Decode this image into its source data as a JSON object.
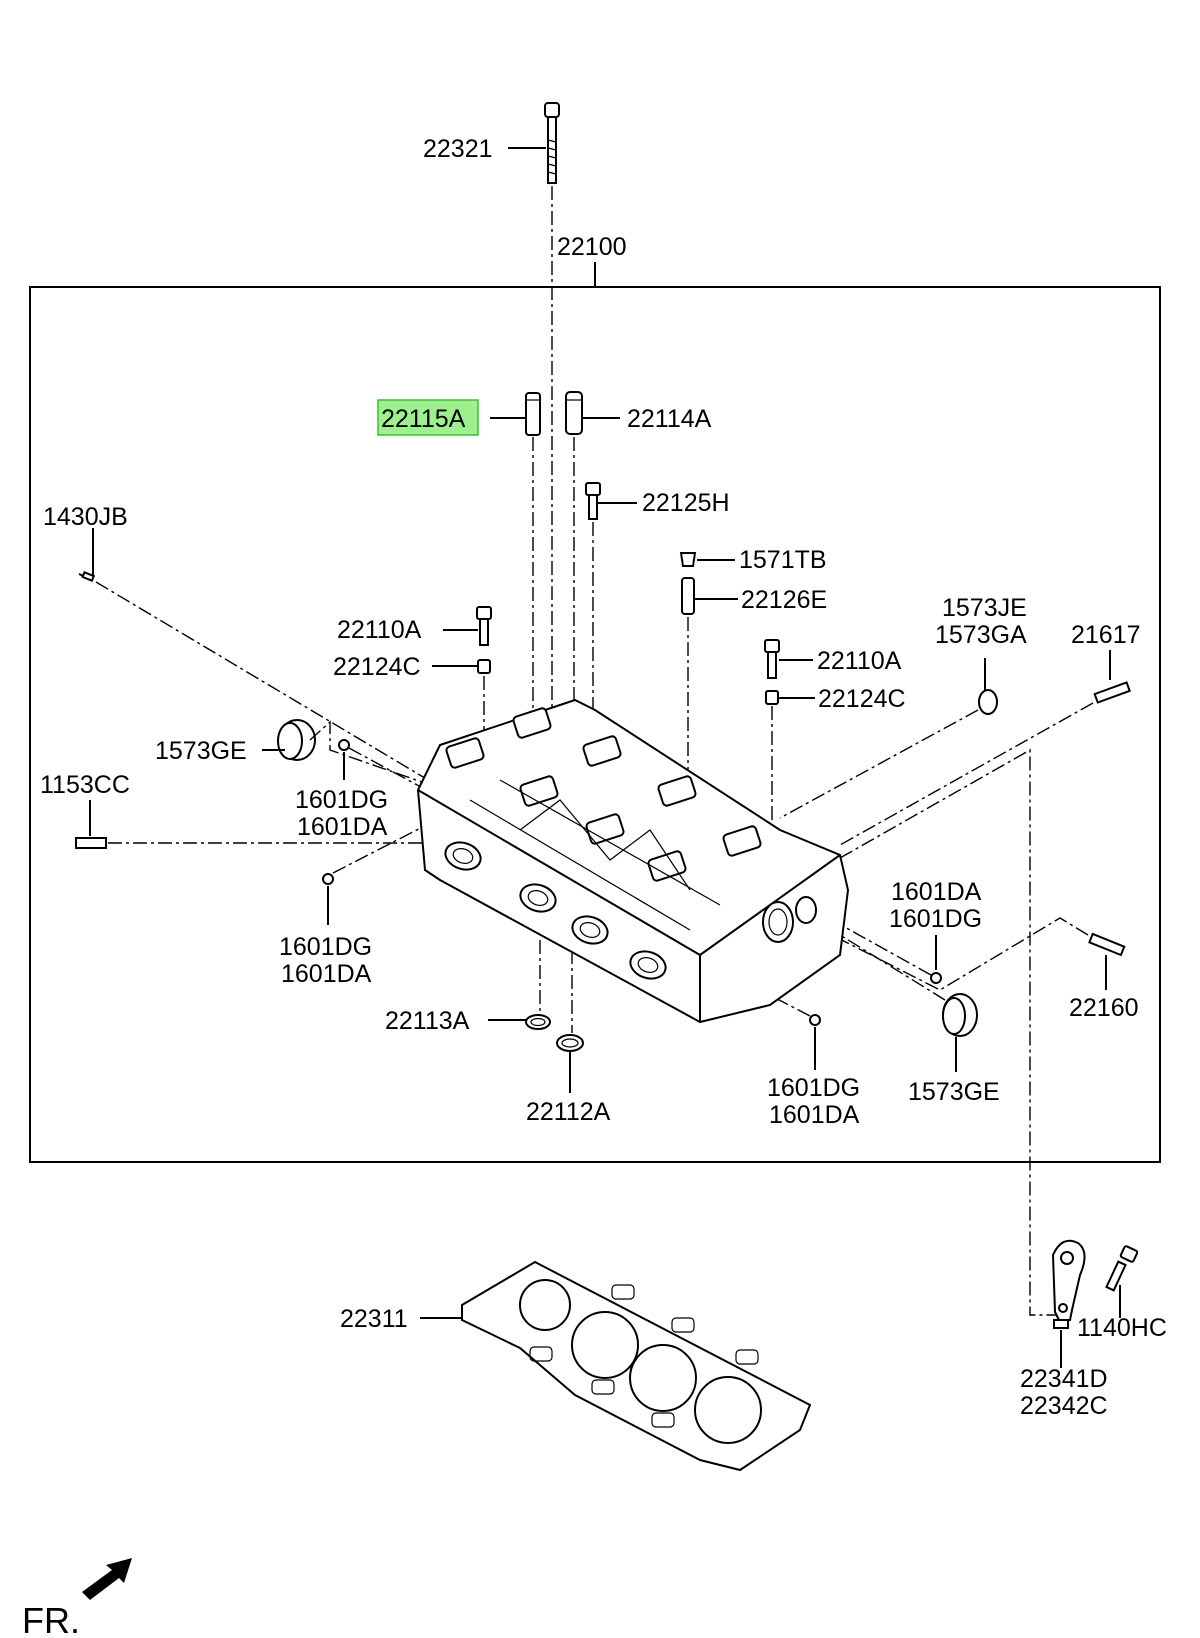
{
  "labels": {
    "p22321": "22321",
    "p22100": "22100",
    "p22115A": "22115A",
    "p22114A": "22114A",
    "p22125H": "22125H",
    "p1430JB": "1430JB",
    "p1571TB": "1571TB",
    "p22126E": "22126E",
    "p1573JE": "1573JE",
    "p1573GA": "1573GA",
    "p21617": "21617",
    "p22110A_left": "22110A",
    "p22124C_left": "22124C",
    "p22110A_right": "22110A",
    "p22124C_right": "22124C",
    "p1573GE_left": "1573GE",
    "p1153CC": "1153CC",
    "p1601DG_a": "1601DG",
    "p1601DA_a": "1601DA",
    "p1601DG_b": "1601DG",
    "p1601DA_b": "1601DA",
    "p1601DA_c": "1601DA",
    "p1601DG_c": "1601DG",
    "p22160": "22160",
    "p22113A": "22113A",
    "p22112A": "22112A",
    "p1601DG_d": "1601DG",
    "p1601DA_d": "1601DA",
    "p1573GE_right": "1573GE",
    "p22311": "22311",
    "p1140HC": "1140HC",
    "p22341D": "22341D",
    "p22342C": "22342C",
    "fr": "FR."
  },
  "highlighted_part": "22115A",
  "colors": {
    "highlight": "#9ef08f",
    "line": "#000000"
  },
  "icons": {
    "front_arrow": "arrow-icon"
  }
}
